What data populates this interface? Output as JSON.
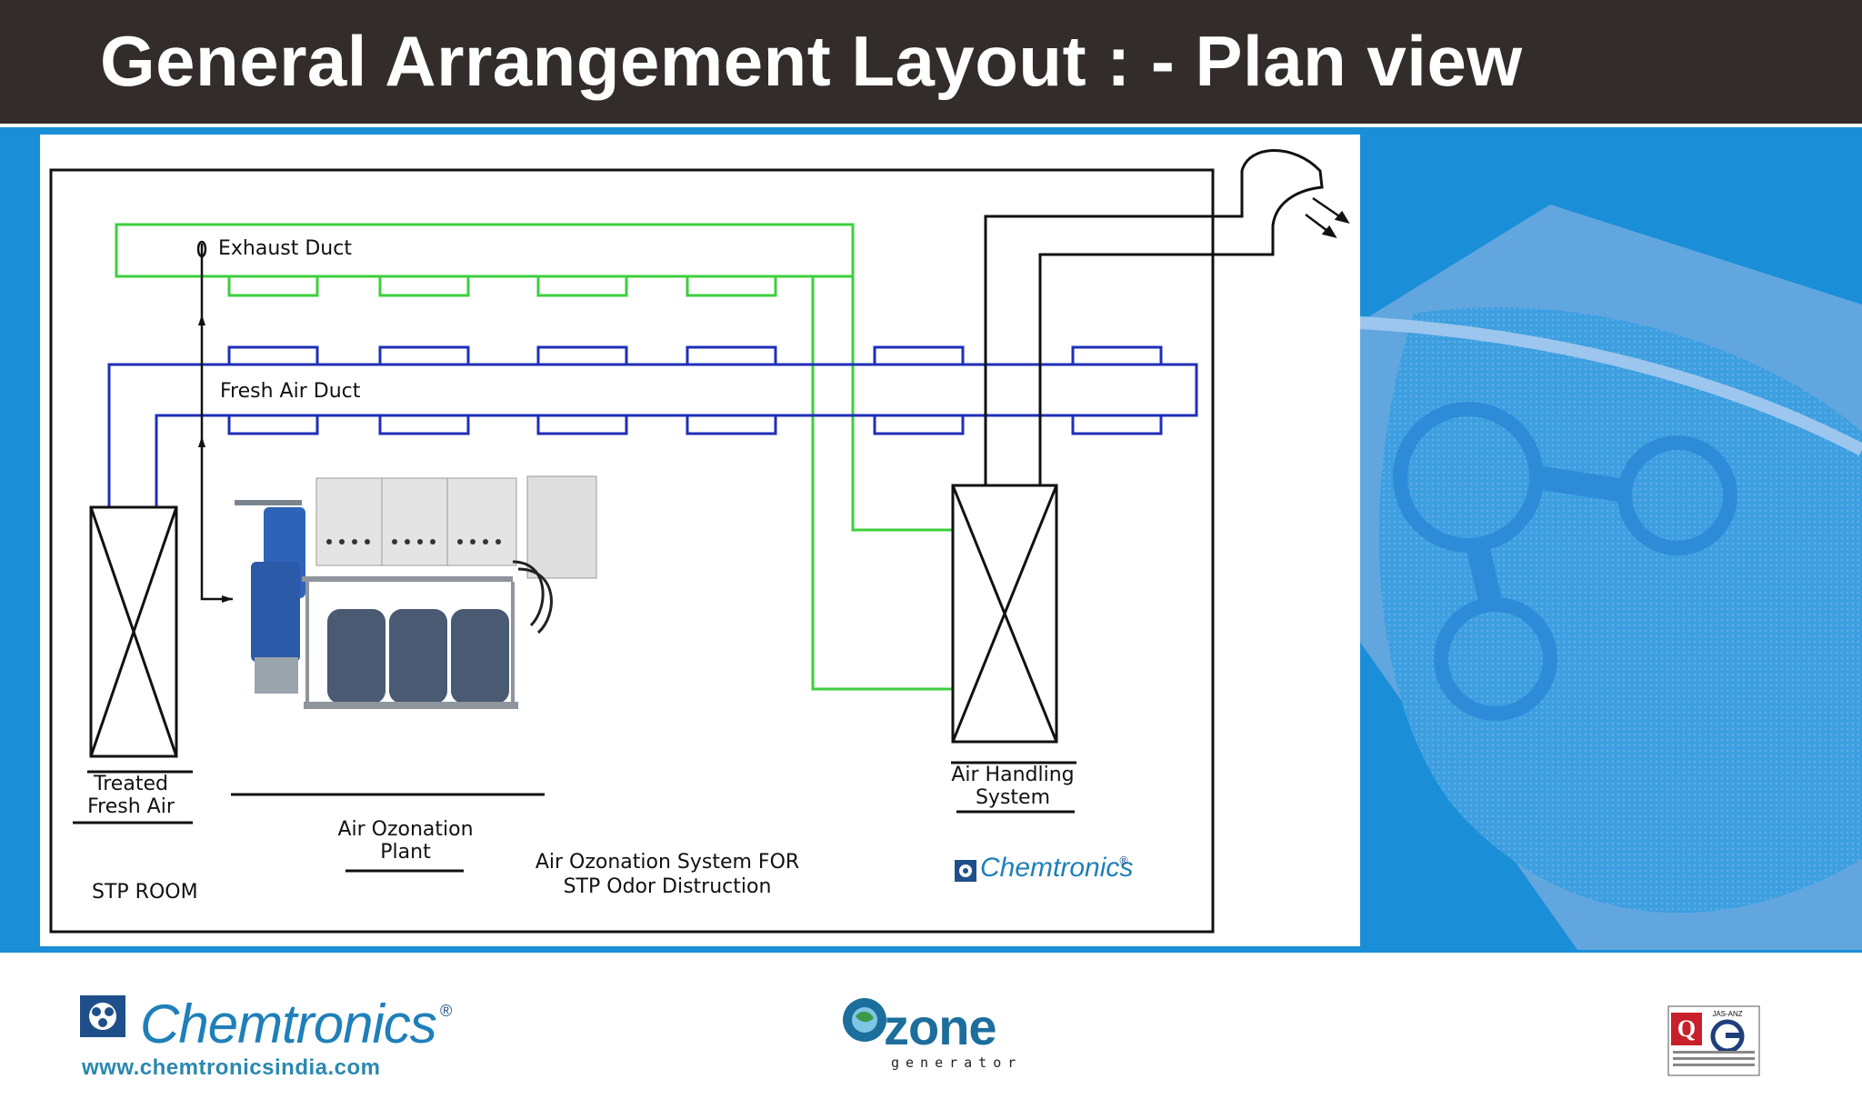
{
  "title": "General Arrangement Layout : - Plan view",
  "diagram": {
    "exhaust_duct": "Exhaust Duct",
    "fresh_air_duct": "Fresh Air Duct",
    "treated_fresh_air": [
      "Treated",
      "Fresh Air"
    ],
    "air_ozonation_plant": [
      "Air Ozonation",
      "Plant"
    ],
    "air_handling_system": [
      "Air Handling",
      "System"
    ],
    "system_caption": [
      "Air Ozonation System FOR",
      "STP Odor Distruction"
    ],
    "room": "STP ROOM",
    "inner_brand": "Chemtronics",
    "inner_brand_reg": "®"
  },
  "footer": {
    "brand": "Chemtronics",
    "brand_reg": "®",
    "url": "www.chemtronicsindia.com",
    "ozone_word": "zone",
    "ozone_sub": "generator",
    "cert_label": "JAS-ANZ"
  },
  "colors": {
    "header_bg": "#322d2b",
    "blue_band": "#1a8fd8",
    "exhaust_duct": "#3ccf3c",
    "fresh_air_duct": "#1f2fb8",
    "brand_blue": "#1f7fb9"
  }
}
